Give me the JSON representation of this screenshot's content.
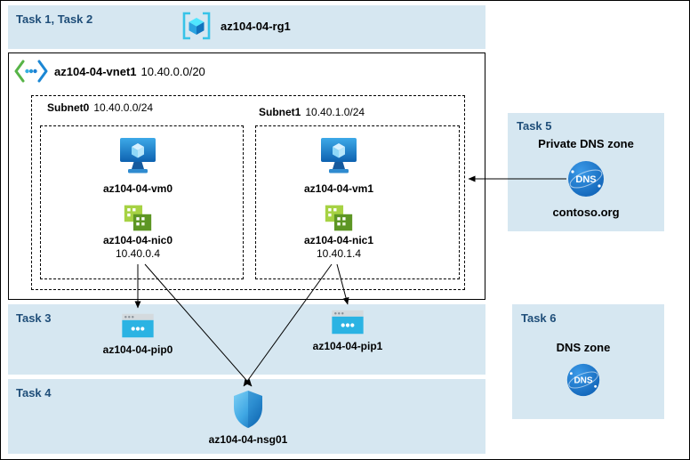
{
  "colors": {
    "band_bg": "#d6e7f1",
    "task_text": "#1f4e79",
    "arrow": "#000000"
  },
  "tasks": {
    "t12": "Task 1, Task 2",
    "t3": "Task 3",
    "t4": "Task 4",
    "t5": "Task 5",
    "t6": "Task 6"
  },
  "resource_group": {
    "name": "az104-04-rg1"
  },
  "vnet": {
    "name": "az104-04-vnet1",
    "cidr": "10.40.0.0/20"
  },
  "subnets": [
    {
      "name": "Subnet0",
      "cidr": "10.40.0.0/24",
      "vm": "az104-04-vm0",
      "nic": "az104-04-nic0",
      "ip": "10.40.0.4"
    },
    {
      "name": "Subnet1",
      "cidr": "10.40.1.0/24",
      "vm": "az104-04-vm1",
      "nic": "az104-04-nic1",
      "ip": "10.40.1.4"
    }
  ],
  "public_ips": [
    {
      "name": "az104-04-pip0"
    },
    {
      "name": "az104-04-pip1"
    }
  ],
  "nsg": {
    "name": "az104-04-nsg01"
  },
  "private_dns": {
    "label": "Private DNS zone",
    "zone_name": "contoso.org",
    "icon_text": "DNS"
  },
  "public_dns": {
    "label": "DNS zone",
    "icon_text": "DNS"
  }
}
